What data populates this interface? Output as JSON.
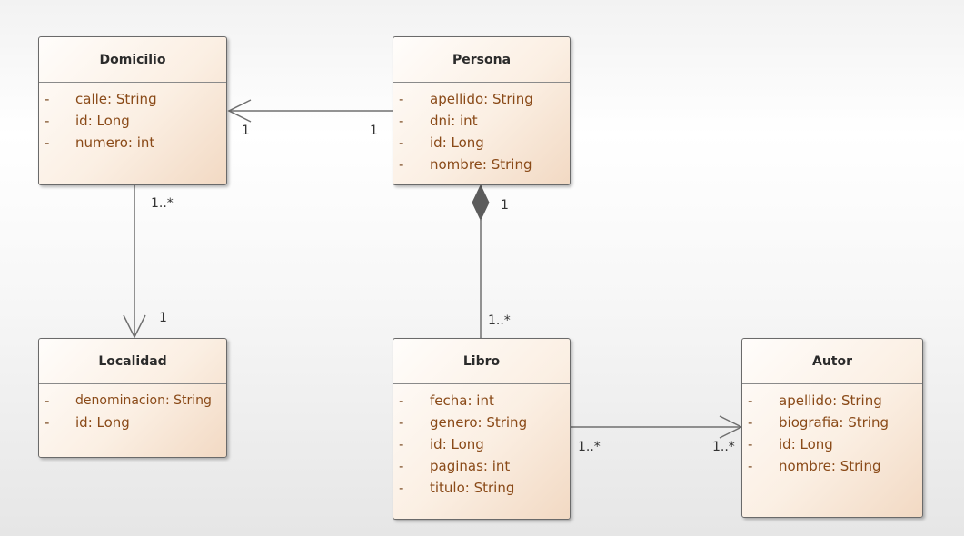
{
  "classes": {
    "domicilio": {
      "name": "Domicilio",
      "attributes": [
        {
          "visibility": "-",
          "text": "calle: String"
        },
        {
          "visibility": "-",
          "text": "id: Long"
        },
        {
          "visibility": "-",
          "text": "numero: int"
        }
      ]
    },
    "persona": {
      "name": "Persona",
      "attributes": [
        {
          "visibility": "-",
          "text": "apellido: String"
        },
        {
          "visibility": "-",
          "text": "dni: int"
        },
        {
          "visibility": "-",
          "text": "id: Long"
        },
        {
          "visibility": "-",
          "text": "nombre: String"
        }
      ]
    },
    "localidad": {
      "name": "Localidad",
      "attributes": [
        {
          "visibility": "-",
          "text": "denominacion: String"
        },
        {
          "visibility": "-",
          "text": "id: Long"
        }
      ]
    },
    "libro": {
      "name": "Libro",
      "attributes": [
        {
          "visibility": "-",
          "text": "fecha: int"
        },
        {
          "visibility": "-",
          "text": "genero: String"
        },
        {
          "visibility": "-",
          "text": "id: Long"
        },
        {
          "visibility": "-",
          "text": "paginas: int"
        },
        {
          "visibility": "-",
          "text": "titulo: String"
        }
      ]
    },
    "autor": {
      "name": "Autor",
      "attributes": [
        {
          "visibility": "-",
          "text": "apellido: String"
        },
        {
          "visibility": "-",
          "text": "biografia: String"
        },
        {
          "visibility": "-",
          "text": "id: Long"
        },
        {
          "visibility": "-",
          "text": "nombre: String"
        }
      ]
    }
  },
  "associations": {
    "persona_domicilio": {
      "source": "Persona",
      "target": "Domicilio",
      "kind": "directed-association",
      "source_mult": "1",
      "target_mult": "1"
    },
    "domicilio_localidad": {
      "source": "Domicilio",
      "target": "Localidad",
      "kind": "directed-association",
      "source_mult": "1..*",
      "target_mult": "1"
    },
    "persona_libro": {
      "whole": "Persona",
      "part": "Libro",
      "kind": "composition",
      "whole_mult": "1",
      "part_mult": "1..*"
    },
    "libro_autor": {
      "source": "Libro",
      "target": "Autor",
      "kind": "directed-association",
      "source_mult": "1..*",
      "target_mult": "1..*"
    }
  },
  "colors": {
    "attribute_text": "#8a4a18",
    "class_fill_light": "#fffdfb",
    "class_fill_dark": "#f2d9c3",
    "line": "#707070"
  }
}
